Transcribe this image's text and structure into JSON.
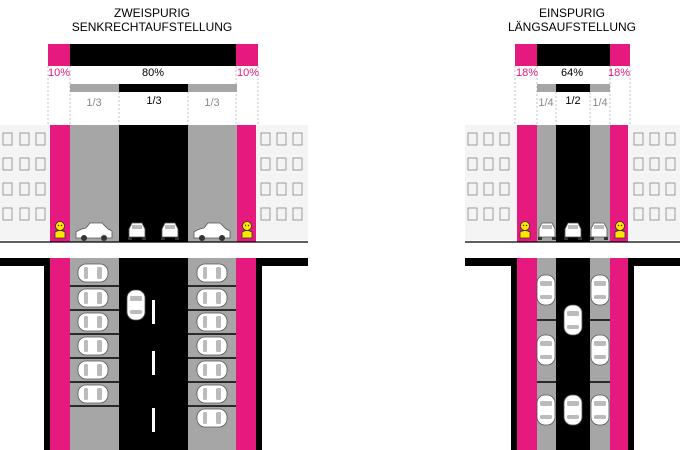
{
  "colors": {
    "pink": "#e6197f",
    "asphalt": "#000000",
    "parking": "#a6a6a6",
    "building": "#f4f4f4",
    "pedestrian": "#ffe600"
  },
  "left": {
    "title_line1": "ZWEISPURIG",
    "title_line2": "SENKRECHTAUFSTELLUNG",
    "pct_sidewalk_left": "10%",
    "pct_roadway": "80%",
    "pct_sidewalk_right": "10%",
    "frac_parking_left": "1/3",
    "frac_lanes": "1/3",
    "frac_parking_right": "1/3"
  },
  "right": {
    "title_line1": "EINSPURIG",
    "title_line2": "LÄNGSAUFSTELLUNG",
    "pct_sidewalk_left": "18%",
    "pct_roadway": "64%",
    "pct_sidewalk_right": "18%",
    "frac_parking_left": "1/4",
    "frac_lane": "1/2",
    "frac_parking_right": "1/4"
  }
}
